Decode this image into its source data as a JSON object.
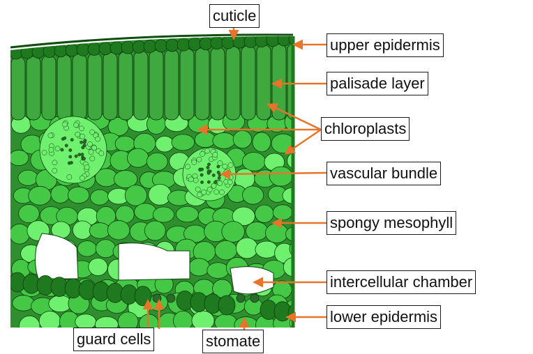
{
  "diagram": {
    "labels": {
      "cuticle": "cuticle",
      "upper_epidermis": "upper epidermis",
      "palisade_layer": "palisade layer",
      "chloroplasts": "chloroplasts",
      "vascular_bundle": "vascular bundle",
      "spongy_mesophyll": "spongy mesophyll",
      "intercellular_chamber": "intercellular chamber",
      "lower_epidermis": "lower epidermis",
      "guard_cells": "guard cells",
      "stomate": "stomate"
    },
    "colors": {
      "epidermis": "#1f7a1f",
      "palisade": "#3fa83f",
      "spongy": "#45c845",
      "chloroplast_light": "#6ff06f",
      "vascular": "#2b6a2b",
      "cell_outline": "#0d3d0d",
      "arrow": "#e8742a",
      "background": "#ffffff"
    }
  }
}
